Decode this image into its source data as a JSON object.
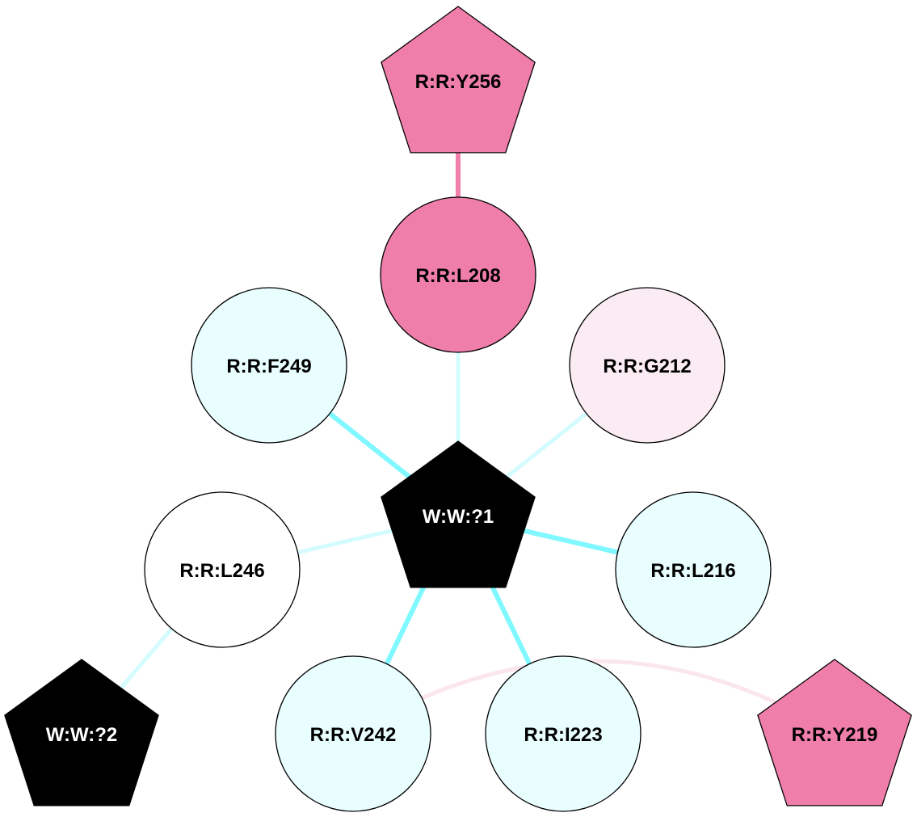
{
  "colors": {
    "pink": "#f07eab",
    "pink_light": "#fbecf3",
    "cyan": "#7ff8ff",
    "cyan_light": "#d4fcff",
    "cyan_fill": "#e9feff",
    "pink_edge_faint": "#fbe6ee",
    "white": "#ffffff",
    "black": "#000000"
  },
  "nodes": [
    {
      "id": "Y256",
      "label": "R:R:Y256",
      "shape": "pentagon",
      "fill": "#f07eab",
      "text": "#000000"
    },
    {
      "id": "L208",
      "label": "R:R:L208",
      "shape": "circle",
      "fill": "#f07eab",
      "text": "#000000"
    },
    {
      "id": "F249",
      "label": "R:R:F249",
      "shape": "circle",
      "fill": "#e9feff",
      "text": "#000000"
    },
    {
      "id": "G212",
      "label": "R:R:G212",
      "shape": "circle",
      "fill": "#fbecf3",
      "text": "#000000"
    },
    {
      "id": "W1",
      "label": "W:W:?1",
      "shape": "pentagon",
      "fill": "#000000",
      "text": "#ffffff"
    },
    {
      "id": "L246",
      "label": "R:R:L246",
      "shape": "circle",
      "fill": "#ffffff",
      "text": "#000000"
    },
    {
      "id": "L216",
      "label": "R:R:L216",
      "shape": "circle",
      "fill": "#e9feff",
      "text": "#000000"
    },
    {
      "id": "W2",
      "label": "W:W:?2",
      "shape": "pentagon",
      "fill": "#000000",
      "text": "#ffffff"
    },
    {
      "id": "V242",
      "label": "R:R:V242",
      "shape": "circle",
      "fill": "#e9feff",
      "text": "#000000"
    },
    {
      "id": "I223",
      "label": "R:R:I223",
      "shape": "circle",
      "fill": "#e9feff",
      "text": "#000000"
    },
    {
      "id": "Y219",
      "label": "R:R:Y219",
      "shape": "pentagon",
      "fill": "#f07eab",
      "text": "#000000"
    }
  ],
  "edges": [
    {
      "from": "Y256",
      "to": "L208",
      "color": "#f07eab",
      "weight": "strong"
    },
    {
      "from": "L208",
      "to": "W1",
      "color": "#d4fcff",
      "weight": "light"
    },
    {
      "from": "F249",
      "to": "W1",
      "color": "#7ff8ff",
      "weight": "strong"
    },
    {
      "from": "G212",
      "to": "W1",
      "color": "#d4fcff",
      "weight": "light"
    },
    {
      "from": "L246",
      "to": "W1",
      "color": "#d4fcff",
      "weight": "light"
    },
    {
      "from": "L216",
      "to": "W1",
      "color": "#7ff8ff",
      "weight": "strong"
    },
    {
      "from": "V242",
      "to": "W1",
      "color": "#7ff8ff",
      "weight": "strong"
    },
    {
      "from": "I223",
      "to": "W1",
      "color": "#7ff8ff",
      "weight": "strong"
    },
    {
      "from": "L246",
      "to": "W2",
      "color": "#d4fcff",
      "weight": "light"
    },
    {
      "from": "V242",
      "to": "Y219",
      "color": "#fbe6ee",
      "weight": "light",
      "curved": true
    }
  ]
}
